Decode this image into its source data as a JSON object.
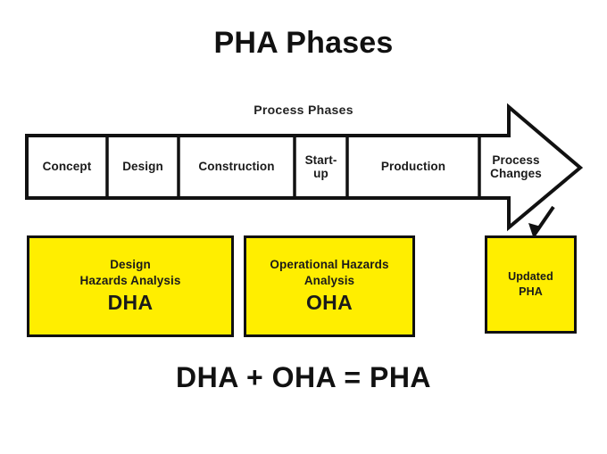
{
  "page": {
    "title": "PHA Phases",
    "background_color": "#ffffff",
    "equation": "DHA + OHA = PHA"
  },
  "process_bar": {
    "caption": "Process Phases",
    "stroke_color": "#111111",
    "fill_color": "#ffffff",
    "cells": [
      {
        "label": "Concept"
      },
      {
        "label": "Design"
      },
      {
        "label": "Construction"
      },
      {
        "label": "Start-\nup"
      },
      {
        "label": "Production"
      }
    ],
    "arrow_head": {
      "label": "Process\nChanges"
    }
  },
  "analysis_boxes": [
    {
      "line1": "Design",
      "line2": "Hazards Analysis",
      "acronym": "DHA",
      "color": "#ffee00"
    },
    {
      "line1": "Operational Hazards",
      "line2": "Analysis",
      "acronym": "OHA",
      "color": "#ffee00"
    },
    {
      "line1": "Updated",
      "line2": "PHA",
      "color": "#ffee00"
    }
  ]
}
